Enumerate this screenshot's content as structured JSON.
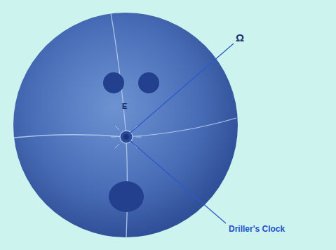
{
  "diagram": {
    "labels": [
      "Ω",
      "E",
      "Driller's Clock"
    ]
  }
}
